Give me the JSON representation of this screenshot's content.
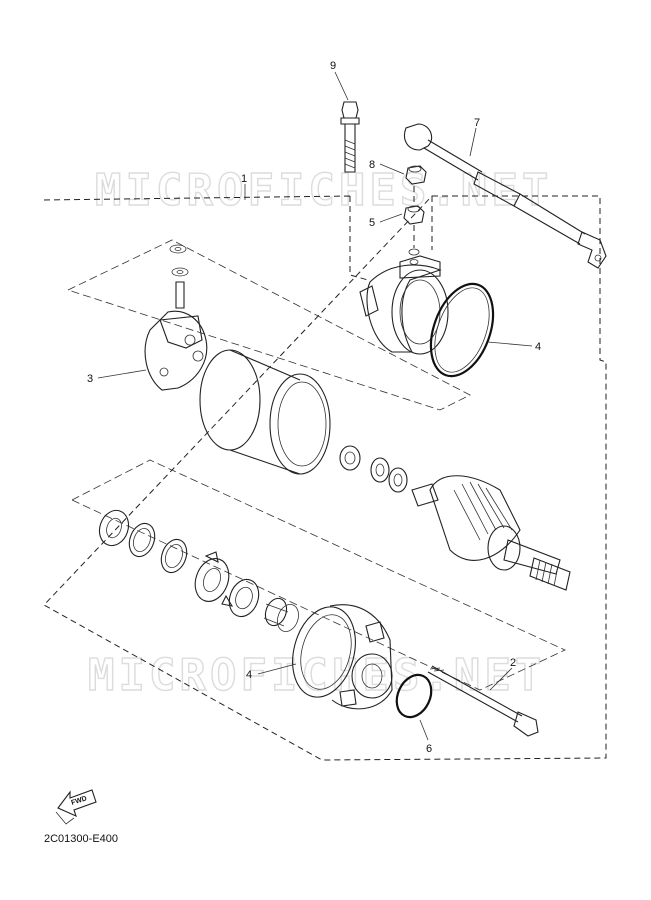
{
  "watermarks": [
    "MICROFICHES.NET",
    "MICROFICHES.NET"
  ],
  "callouts": {
    "c1": "1",
    "c2": "2",
    "c3": "3",
    "c4a": "4",
    "c4b": "4",
    "c5": "5",
    "c6": "6",
    "c7": "7",
    "c8": "8",
    "c9": "9"
  },
  "fwd_label": "FWD",
  "diagram_code": "2C01300-E400"
}
